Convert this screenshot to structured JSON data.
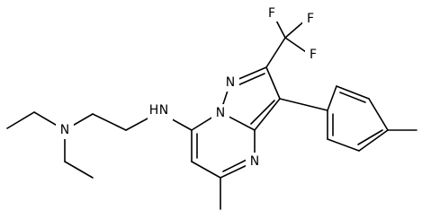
{
  "molecule": {
    "atom_labels": {
      "n_diethylamine": "N",
      "nh_linker": "H",
      "n_linker": "N",
      "n_ring_bridge": "N",
      "n_pyrazole": "N",
      "n_pyrimidine": "N",
      "f1": "F",
      "f2": "F",
      "f3": "F"
    }
  },
  "colors": {
    "bond": "#000000",
    "background": "#ffffff"
  }
}
